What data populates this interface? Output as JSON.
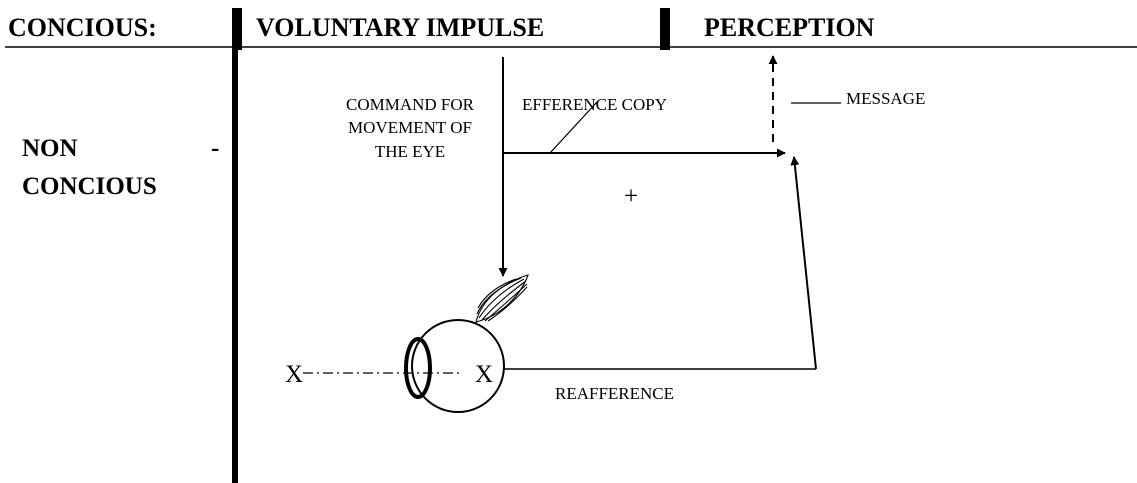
{
  "header": {
    "col1": "CONCIOUS:",
    "col2": "VOLUNTARY IMPULSE",
    "col3": "PERCEPTION"
  },
  "side_label": {
    "line1_word": "NON",
    "line1_dash": "-",
    "line2": "CONCIOUS"
  },
  "labels": {
    "command_line1": "COMMAND FOR",
    "command_line2": "MOVEMENT OF",
    "command_line3": "THE EYE",
    "efference_copy": "EFFERENCE COPY",
    "message": "MESSAGE",
    "plus": "+",
    "reafference": "REAFFERENCE",
    "x_left": "X",
    "x_right": "X"
  },
  "colors": {
    "ink": "#000000",
    "background": "#ffffff"
  }
}
